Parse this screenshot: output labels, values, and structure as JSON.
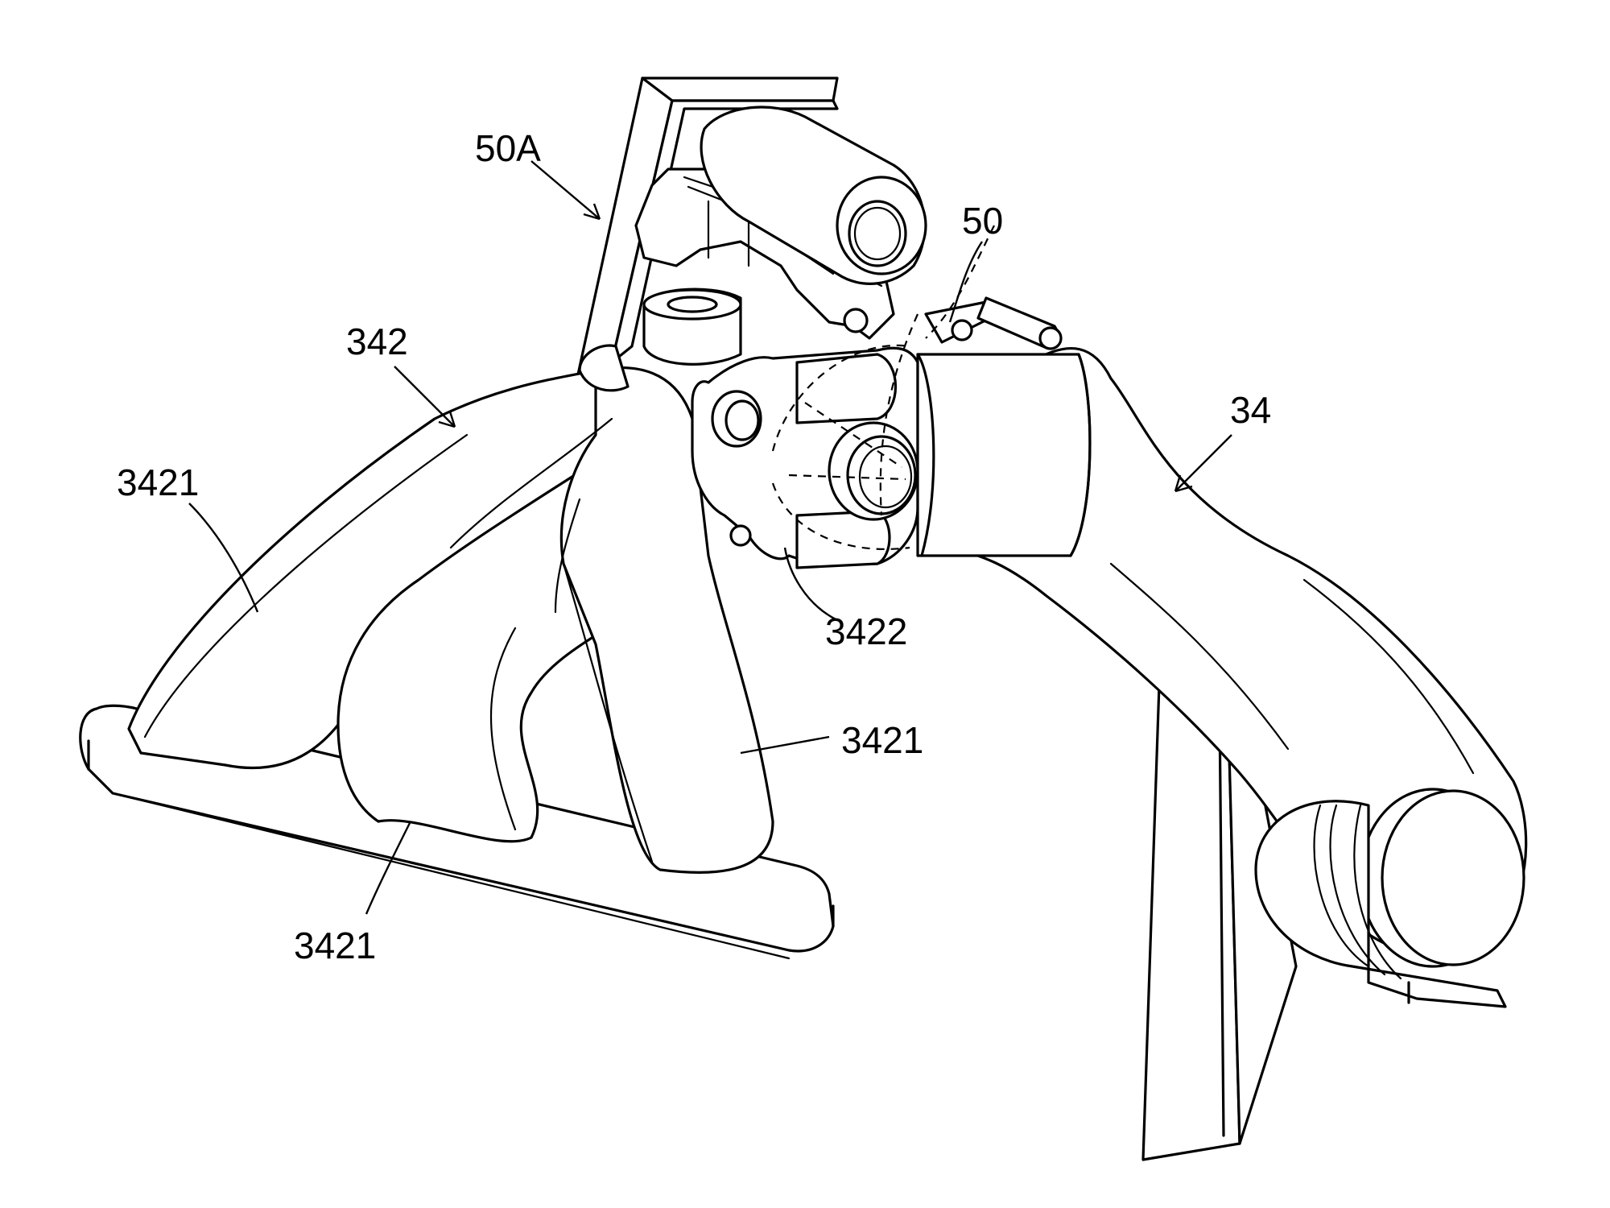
{
  "labels": {
    "label_50A": "50A",
    "label_50": "50",
    "label_342": "342",
    "label_34": "34",
    "label_3421_left": "3421",
    "label_3422": "3422",
    "label_3421_right": "3421",
    "label_3421_bottom": "3421"
  },
  "colors": {
    "line": "#000000",
    "background": "#ffffff"
  }
}
